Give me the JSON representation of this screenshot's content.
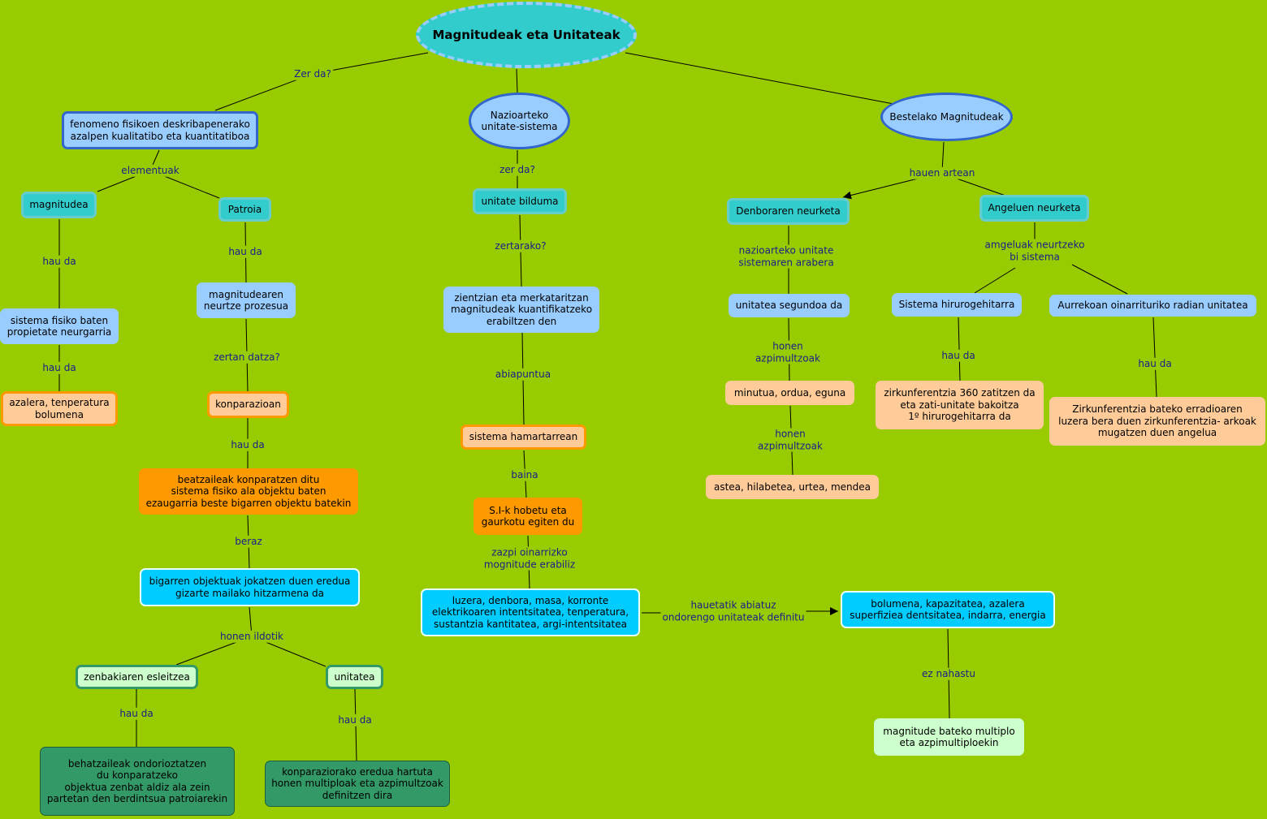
{
  "colors": {
    "background": "#99cc00",
    "link_label": "#1c1c8c",
    "line": "#000000"
  },
  "nodes": {
    "title": "Magnitudeak eta Unitateak",
    "fenomeno": "fenomeno fisikoen deskribapenerako\nazalpen kualitatibo eta kuantitatiboa",
    "nazioarteko": "Nazioarteko\nunitate-sistema",
    "bestelako": "Bestelako Magnitudeak",
    "magnitudea": "magnitudea",
    "patroia": "Patroia",
    "unitate_bilduma": "unitate bilduma",
    "denboraren": "Denboraren neurketa",
    "angeluen": "Angeluen neurketa",
    "sistema_fisiko": "sistema fisiko baten\npropietate neurgarria",
    "magnitudearen": "magnitudearen\nneurtze prozesua",
    "zientzian": "zientzian eta merkataritzan\nmagnitudeak kuantifikatzeko\nerabiltzen den",
    "unitatea_segundoa": "unitatea segundoa da",
    "hirurogehitarra": "Sistema hirurogehitarra",
    "radian": "Aurrekoan oinarrituriko radian unitatea",
    "azalera": "azalera, tenperatura\nbolumena",
    "konparazioan": "konparazioan",
    "minutua": "minutua, ordua, eguna",
    "zirkunferentzia360": "zirkunferentzia 360 zatitzen da\neta zati-unitate bakoitza\n1º hirurogehitarra da",
    "radian_def": "Zirkunferentzia bateko erradioaren\nluzera bera duen zirkunferentzia- arkoak\nmugatzen duen angelua",
    "hamartarrean": "sistema hamartarrean",
    "astea": "astea, hilabetea, urtea, mendea",
    "beatzaileak": "beatzaileak konparatzen ditu\nsistema fisiko ala objektu baten\nezaugarria beste bigarren objektu batekin",
    "sik": "S.I-k hobetu eta\ngaurkotu egiten du",
    "luzera": "luzera, denbora, masa, korronte\nelektrikoaren intentsitatea, tenperatura,\nsustantzia kantitatea, argi-intentsitatea",
    "bolumena": "bolumena, kapazitatea, azalera\nsuperfiziea dentsitatea, indarra, energia",
    "bigarren": "bigarren objektuak jokatzen duen eredua\ngizarte mailako hitzarmena da",
    "zenbakiaren": "zenbakiaren esleitzea",
    "unitatea": "unitatea",
    "multiplo": "magnitude bateko multiplo\neta azpimultiploekin",
    "behatzaileak": "behatzaileak ondorioztatzen\ndu konparatzeko\nobjektua zenbat aldiz ala zein\npartetan den berdintsua patroiarekin",
    "konparaziorako": "konparaziorako eredua hartuta\nhonen multiploak eta azpimultzoak\ndefinitzen dira"
  },
  "links": {
    "zer_da_1": "Zer da?",
    "elementuak": "elementuak",
    "zer_da_2": "zer da?",
    "hauen_artean": "hauen artean",
    "hau_da_1": "hau da",
    "hau_da_2": "hau da",
    "hau_da_3": "hau da",
    "zertarako": "zertarako?",
    "nazioarteko_unitate": "nazioarteko unitate\nsistemaren arabera",
    "amgeluak": "amgeluak neurtzeko\nbi sistema",
    "zertan_datza": "zertan datza?",
    "honen_azpimultzoak_1": "honen\nazpimultzoak",
    "hau_da_4": "hau da",
    "hau_da_5": "hau da",
    "abiapuntua": "abiapuntua",
    "hau_da_6": "hau da",
    "honen_azpimultzoak_2": "honen\nazpimultzoak",
    "baina": "baina",
    "beraz": "beraz",
    "zazpi": "zazpi oinarrizko\nmognitude erabiliz",
    "hauetatik": "hauetatik abiatuz\nondorengo unitateak definitu",
    "honen_ildotik": "honen ildotik",
    "ez_nahastu": "ez nahastu",
    "hau_da_7": "hau da",
    "hau_da_8": "hau da"
  }
}
